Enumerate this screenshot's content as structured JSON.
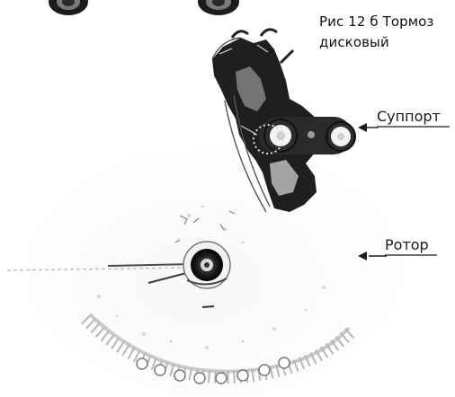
{
  "caption": {
    "line1": "Рис 12 б Тормоз",
    "line2": "дисковый"
  },
  "labels": {
    "caliper": "Суппорт",
    "rotor": "Ротор"
  },
  "colors": {
    "ink": "#1a1a1a",
    "rotor_shade": "#9a9a9a",
    "background": "#ffffff"
  }
}
